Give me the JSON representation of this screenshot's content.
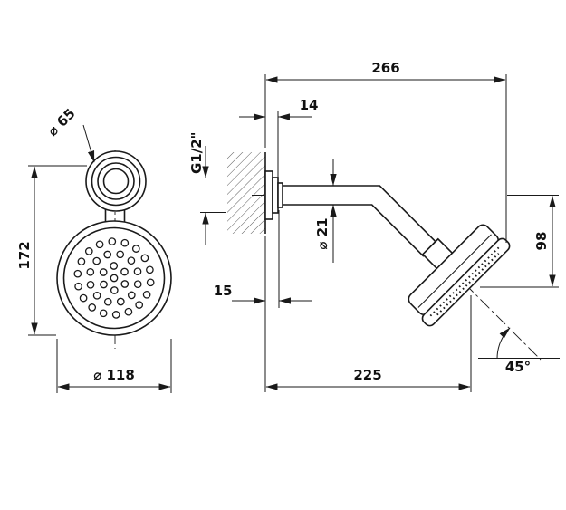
{
  "drawing": {
    "description": "shower-head-dimension-drawing",
    "views": {
      "front": {
        "flange_diameter_label": "⌀ 65",
        "height_label": "172",
        "head_diameter_label": "⌀ 118"
      },
      "side": {
        "reach_label": "266",
        "escutcheon_depth_label": "14",
        "thread_label": "G1/2\"",
        "arm_diameter_label": "⌀ 21",
        "drop_label": "98",
        "wall_offset_label": "15",
        "projection_label": "225",
        "angle_label": "45°"
      }
    },
    "colors": {
      "line": "#1a1a1a",
      "background": "#ffffff"
    }
  }
}
